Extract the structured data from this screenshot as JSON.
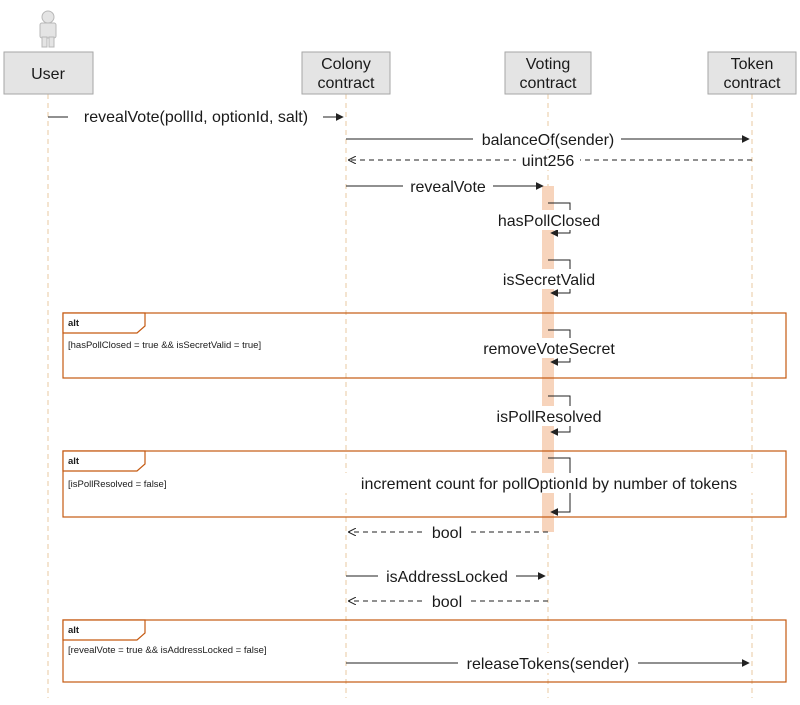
{
  "participants": {
    "user": "User",
    "colony": [
      "Colony",
      "contract"
    ],
    "voting": [
      "Voting",
      "contract"
    ],
    "token": [
      "Token",
      "contract"
    ]
  },
  "messages": {
    "reveal_vote_call": "revealVote(pollId, optionId, salt)",
    "balance_of": "balanceOf(sender)",
    "uint256": "uint256",
    "reveal_vote": "revealVote",
    "has_poll_closed": "hasPollClosed",
    "is_secret_valid": "isSecretValid",
    "remove_vote_secret": "removeVoteSecret",
    "is_poll_resolved": "isPollResolved",
    "increment_count": "increment count for pollOptionId by number of tokens",
    "bool_1": "bool",
    "is_address_locked": "isAddressLocked",
    "bool_2": "bool",
    "release_tokens": "releaseTokens(sender)"
  },
  "fragments": [
    {
      "tag": "alt",
      "guard": "[hasPollClosed = true && isSecretValid = true]"
    },
    {
      "tag": "alt",
      "guard": "[isPollResolved = false]"
    },
    {
      "tag": "alt",
      "guard": "[revealVote = true && isAddressLocked = false]"
    }
  ],
  "colors": {
    "participant_fill": "#e4e4e4",
    "participant_border": "#a6a6a6",
    "lifeline": "#e8c9a0",
    "activation": "#f7d4bc",
    "fragment_border": "#c55a11",
    "arrow": "#222222"
  }
}
